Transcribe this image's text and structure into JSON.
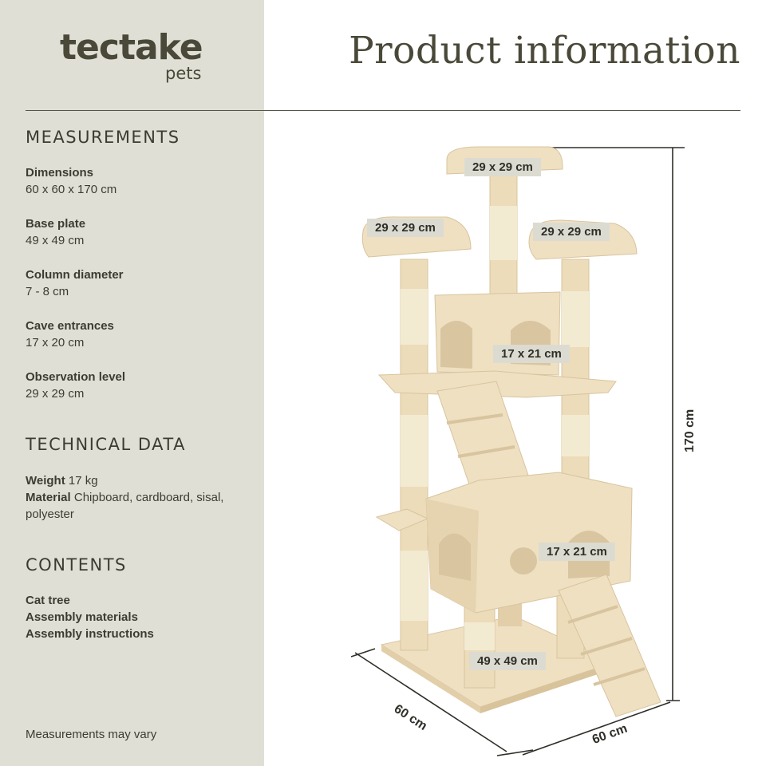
{
  "brand": {
    "name": "tectake",
    "sub": "pets"
  },
  "page_title": "Product information",
  "measurements": {
    "heading": "MEASUREMENTS",
    "items": [
      {
        "label": "Dimensions",
        "value": "60 x 60 x 170 cm"
      },
      {
        "label": "Base plate",
        "value": "49 x 49 cm"
      },
      {
        "label": "Column diameter",
        "value": "7 - 8 cm"
      },
      {
        "label": "Cave entrances",
        "value": "17 x 20 cm"
      },
      {
        "label": "Observation level",
        "value": "29 x 29 cm"
      }
    ]
  },
  "technical": {
    "heading": "TECHNICAL DATA",
    "weight_label": "Weight",
    "weight_value": "17 kg",
    "material_label": "Material",
    "material_value": "Chipboard, cardboard, sisal, polyester"
  },
  "contents": {
    "heading": "CONTENTS",
    "items": [
      "Cat tree",
      "Assembly materials",
      "Assembly instructions"
    ]
  },
  "footnote": "Measurements may vary",
  "product_labels": {
    "top_platform": "29 x 29 cm",
    "left_platform": "29 x 29 cm",
    "right_platform": "29 x 29 cm",
    "upper_cave": "17 x 21 cm",
    "lower_cave": "17 x 21 cm",
    "base": "49 x 49 cm",
    "height": "170 cm",
    "depth": "60 cm",
    "width": "60 cm"
  },
  "colors": {
    "sidebar_bg": "#e0dfd5",
    "text": "#3d3c33",
    "plush": "#efe0c2",
    "sisal": "#f1e7cc",
    "label_bg": "#dcdbd1"
  }
}
